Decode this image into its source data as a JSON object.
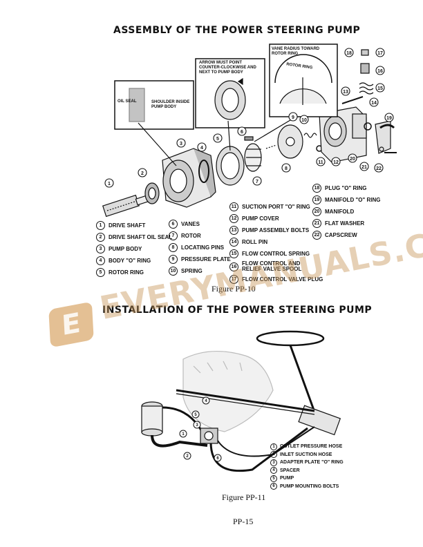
{
  "title_top": "ASSEMBLY OF THE POWER STEERING PUMP",
  "title_bottom": "INSTALLATION OF THE POWER STEERING PUMP",
  "figure1_caption": "Figure PP-10",
  "figure2_caption": "Figure PP-11",
  "page_number": "PP-15",
  "watermark": "EVERYMANUALS.COM",
  "watermark_logo": "E",
  "callouts": {
    "oil_seal": "OIL SEAL",
    "shoulder": "SHOULDER INSIDE PUMP BODY",
    "arrow": "ARROW MUST POINT COUNTER-CLOCKWISE AND NEXT TO PUMP BODY",
    "vane_radius": "VANE RADIUS TOWARD ROTOR RING",
    "rotor_ring_label": "ROTOR RING"
  },
  "legend1_col1": [
    {
      "n": "1",
      "label": "DRIVE SHAFT"
    },
    {
      "n": "2",
      "label": "DRIVE SHAFT OIL SEAL"
    },
    {
      "n": "3",
      "label": "PUMP BODY"
    },
    {
      "n": "4",
      "label": "BODY \"O\" RING"
    },
    {
      "n": "5",
      "label": "ROTOR RING"
    }
  ],
  "legend1_col2": [
    {
      "n": "6",
      "label": "VANES"
    },
    {
      "n": "7",
      "label": "ROTOR"
    },
    {
      "n": "8",
      "label": "LOCATING PINS"
    },
    {
      "n": "9",
      "label": "PRESSURE PLATE"
    },
    {
      "n": "10",
      "label": "SPRING"
    }
  ],
  "legend1_col3": [
    {
      "n": "11",
      "label": "SUCTION PORT \"O\" RING"
    },
    {
      "n": "12",
      "label": "PUMP COVER"
    },
    {
      "n": "13",
      "label": "PUMP ASSEMBLY BOLTS"
    },
    {
      "n": "14",
      "label": "ROLL PIN"
    },
    {
      "n": "15",
      "label": "FLOW CONTROL SPRING"
    },
    {
      "n": "16",
      "label": "FLOW CONTROL AND RELIEF VALVE SPOOL"
    },
    {
      "n": "17",
      "label": "FLOW CONTROL VALVE PLUG"
    }
  ],
  "legend1_col4": [
    {
      "n": "18",
      "label": "PLUG \"O\" RING"
    },
    {
      "n": "19",
      "label": "MANIFOLD \"O\" RING"
    },
    {
      "n": "20",
      "label": "MANIFOLD"
    },
    {
      "n": "21",
      "label": "FLAT WASHER"
    },
    {
      "n": "22",
      "label": "CAPSCREW"
    }
  ],
  "legend2": [
    {
      "n": "1",
      "label": "OUTLET PRESSURE HOSE"
    },
    {
      "n": "2",
      "label": "INLET SUCTION HOSE"
    },
    {
      "n": "3",
      "label": "ADAPTER PLATE \"O\" RING"
    },
    {
      "n": "4",
      "label": "SPACER"
    },
    {
      "n": "5",
      "label": "PUMP"
    },
    {
      "n": "6",
      "label": "PUMP MOUNTING BOLTS"
    }
  ]
}
